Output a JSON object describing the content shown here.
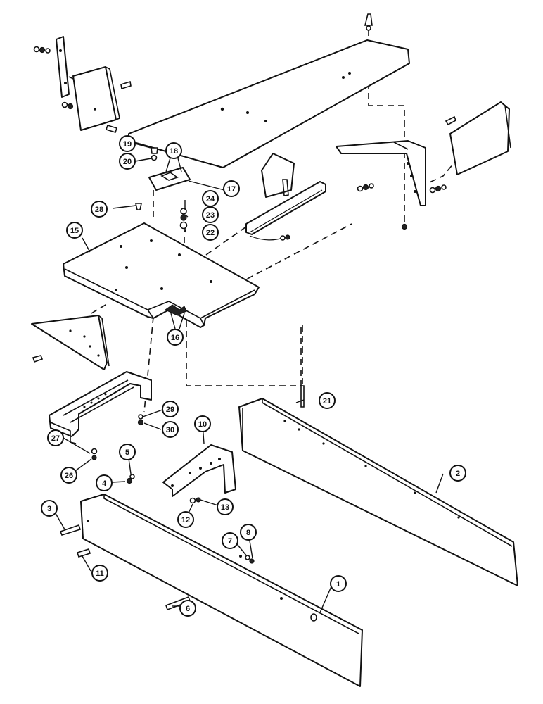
{
  "diagram": {
    "callouts": {
      "c1": "1",
      "c2": "2",
      "c3": "3",
      "c4": "4",
      "c5": "5",
      "c6": "6",
      "c7": "7",
      "c8": "8",
      "c10": "10",
      "c11": "11",
      "c12": "12",
      "c13": "13",
      "c15": "15",
      "c16": "16",
      "c17": "17",
      "c18": "18",
      "c19": "19",
      "c20": "20",
      "c21": "21",
      "c22": "22",
      "c23": "23",
      "c24": "24",
      "c26": "26",
      "c27": "27",
      "c28": "28",
      "c29": "29",
      "c30": "30"
    }
  }
}
